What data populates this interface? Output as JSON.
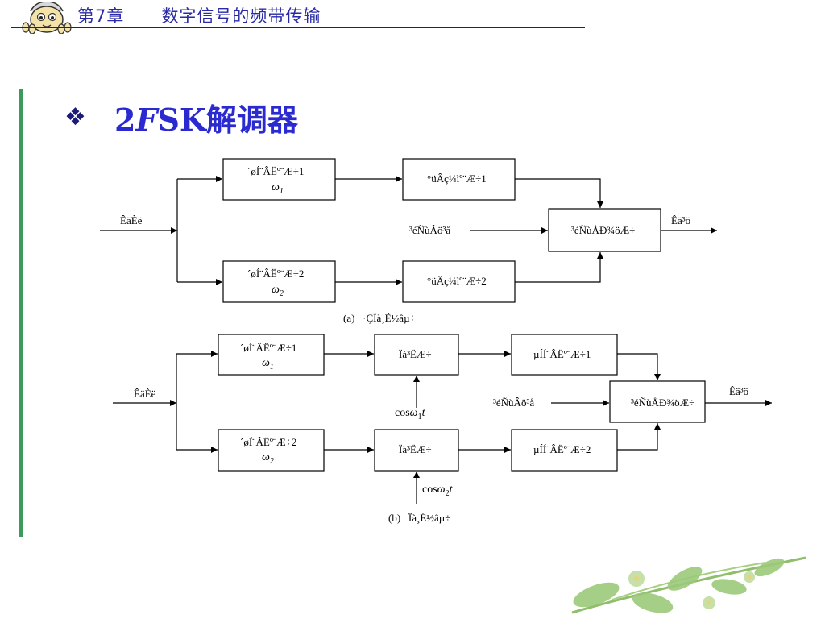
{
  "header": {
    "chapter": "第7章",
    "title": "数字信号的频带传输"
  },
  "slide": {
    "title_prefix": "2",
    "title_italic": "F",
    "title_suffix": "SK解调器",
    "bullet": "❖"
  },
  "diagram_a": {
    "input_label": "ÊäÈë",
    "bpf1": "´øÍ¨ÂËº¨Æ÷1",
    "bpf1_sub": "ω",
    "bpf1_idx": "1",
    "bpf2": "´øÍ¨ÂËº¨Æ÷2",
    "bpf2_sub": "ω",
    "bpf2_idx": "2",
    "env1": "°üÂç¼ìº¨Æ÷1",
    "env2": "°üÂç¼ìº¨Æ÷2",
    "sample_pulse": "³éÑùÂö³å",
    "decision": "³éÑùÅÐ¾öÆ÷",
    "output_label": "Êä³ö",
    "caption": "(a)   ·ÇÏà¸É½âµ÷"
  },
  "diagram_b": {
    "input_label": "ÊäÈë",
    "bpf1": "´øÍ¨ÂËº¨Æ÷1",
    "bpf1_sub": "ω",
    "bpf1_idx": "1",
    "bpf2": "´øÍ¨ÂËº¨Æ÷2",
    "bpf2_sub": "ω",
    "bpf2_idx": "2",
    "mult1": "Ïà³ËÆ÷",
    "mult2": "Ïà³ËÆ÷",
    "lpf1": "µÍÍ¨ÂËº¨Æ÷1",
    "lpf2": "µÍÍ¨ÂËº¨Æ÷2",
    "carrier1_prefix": "cos",
    "carrier1_omega": "ω",
    "carrier1_idx": "1",
    "carrier1_t": "t",
    "carrier2_prefix": "cos",
    "carrier2_omega": "ω",
    "carrier2_idx": "2",
    "carrier2_t": "t",
    "sample_pulse": "³éÑùÂö³å",
    "decision": "³éÑùÅÐ¾öÆ÷",
    "output_label": "Êä³ö",
    "caption": "(b)   Ïà¸É½âµ÷"
  }
}
